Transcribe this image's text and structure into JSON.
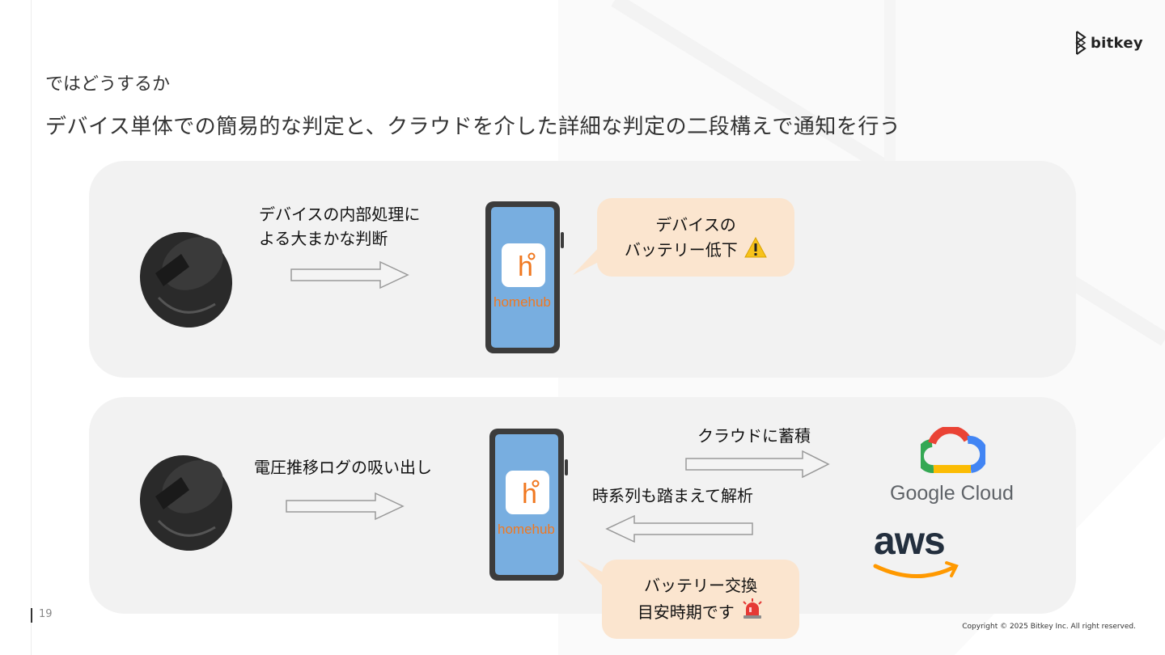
{
  "slide": {
    "subtitle": "ではどうするか",
    "title": "デバイス単体での簡易的な判定と、クラウドを介した詳細な判定の二段構えで通知を行う",
    "page_number": "19",
    "copyright": "Copyright © 2025 Bitkey Inc. All right reserved.",
    "logo_text": "bitkey"
  },
  "panel1": {
    "process_label_line1": "デバイスの内部処理に",
    "process_label_line2": "よる大まかな判断",
    "app_name": "homehub",
    "bubble_line1": "デバイスの",
    "bubble_line2": "バッテリー低下"
  },
  "panel2": {
    "process_label": "電圧推移ログの吸い出し",
    "app_name": "homehub",
    "upload_label": "クラウドに蓄積",
    "analysis_label": "時系列も踏まえて解析",
    "cloud_provider_1": "Google Cloud",
    "cloud_provider_2": "aws",
    "bubble_line1": "バッテリー交換",
    "bubble_line2": "目安時期です"
  },
  "colors": {
    "panel_bg": "#f2f2f2",
    "bubble_bg": "#fbe5cf",
    "phone_screen": "#78aee0",
    "brand_orange": "#f07820"
  },
  "icons": {
    "warning": "warning-icon",
    "siren": "siren-icon",
    "device": "smart-lock-device-icon",
    "phone": "smartphone-icon",
    "app": "homehub-app-icon"
  }
}
